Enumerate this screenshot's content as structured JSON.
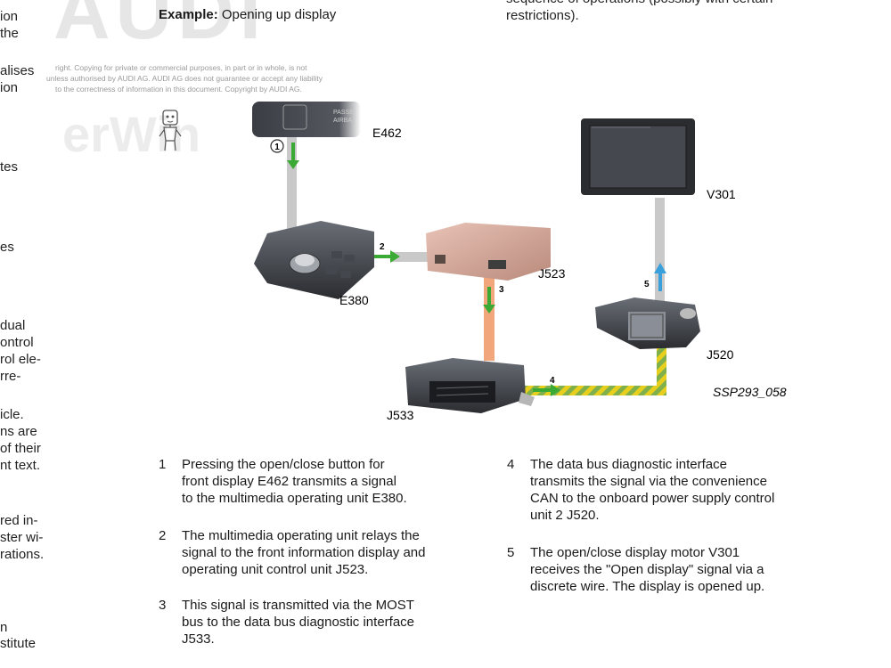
{
  "watermark": {
    "logo_text": "AUDI",
    "brand_text": "erWin",
    "copyright": [
      "right. Copying for private or commercial purposes, in part or in whole, is not",
      "unless authorised by AUDI AG. AUDI AG does not guarantee or accept any liability",
      "to the correctness of information in this document. Copyright by AUDI AG."
    ]
  },
  "left_column_fragments": [
    "ion",
    "the",
    "alises",
    "ion",
    "tes",
    "es",
    "dual",
    "ontrol",
    "rol ele-",
    "rre-",
    "icle.",
    "ns are",
    "of their",
    "nt text.",
    "red in-",
    "ster wi-",
    "rations.",
    "n",
    "stitute"
  ],
  "top_right_text": [
    "sequence of operations (possibly with certain",
    "restrictions)."
  ],
  "heading": {
    "bold": "Example:",
    "rest": " Opening up display"
  },
  "diagram": {
    "labels": {
      "e462": "E462",
      "e380": "E380",
      "j523": "J523",
      "j533": "J533",
      "j520": "J520",
      "v301": "V301",
      "ssp": "SSP293_058"
    },
    "step_numbers": [
      "1",
      "2",
      "3",
      "4",
      "5"
    ],
    "switch_text": [
      "PASSE",
      "AIRBA"
    ]
  },
  "steps": [
    {
      "num": "1",
      "text": "Pressing the open/close button for\nfront display E462 transmits a signal\nto the multimedia operating unit E380."
    },
    {
      "num": "2",
      "text": "The multimedia operating unit relays the\nsignal to the front information display and\noperating unit control unit J523."
    },
    {
      "num": "3",
      "text": "This signal is transmitted via the MOST\nbus to the data bus diagnostic interface\nJ533."
    },
    {
      "num": "4",
      "text": "The data bus diagnostic interface\ntransmits the signal via the convenience\nCAN to the onboard power supply control\nunit 2 J520."
    },
    {
      "num": "5",
      "text": "The open/close display motor V301\nreceives the \"Open display\" signal via a\ndiscrete wire. The display is opened up."
    }
  ],
  "colors": {
    "green_arrow": "#3aaa35",
    "blue_arrow": "#3aa0dc",
    "most_bus": "#f2a67c",
    "can_bus_yellow": "#e8cf1e",
    "can_bus_green": "#7fb04c",
    "discrete_wire": "#c8c8c8"
  }
}
